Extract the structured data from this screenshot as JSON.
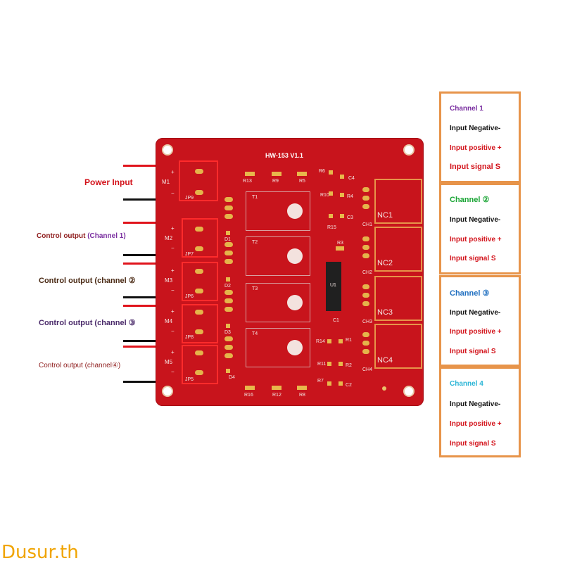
{
  "board": {
    "title": "HW-153 V1.1",
    "modules": [
      "M1",
      "M2",
      "M3",
      "M4",
      "M5"
    ],
    "jp_labels": [
      "JP9",
      "JP7",
      "JP6",
      "JP8",
      "JP5"
    ],
    "resistor_labels": [
      "R13",
      "R9",
      "R5",
      "R6",
      "R10",
      "R4",
      "R3",
      "R15",
      "R14",
      "R11",
      "R7",
      "R1",
      "R2",
      "R16",
      "R12",
      "R8"
    ],
    "cap_labels": [
      "C4",
      "C3",
      "C1",
      "C2"
    ],
    "diode_labels": [
      "D1",
      "D2",
      "D3",
      "D4"
    ],
    "transistor_labels": [
      "T1",
      "T2",
      "T3",
      "T4"
    ],
    "ic_label": "U1",
    "relay_labels": [
      "NC1",
      "NC2",
      "NC3",
      "NC4"
    ],
    "channel_labels": [
      "CH1",
      "CH2",
      "CH3",
      "CH4"
    ],
    "plus": "+",
    "minus": "−"
  },
  "left_labels": {
    "power": "Power Input",
    "ch1_prefix": "Control output ",
    "ch1_suffix": "(Channel 1)",
    "ch2": "Control output (channel ②",
    "ch3": "Control output (channel ③",
    "ch4": "Control output (channel④)"
  },
  "channels": [
    {
      "title": "Channel 1",
      "neg": "Input Negative-",
      "pos": "Input positive +",
      "sig": "Input signal S"
    },
    {
      "title": "Channel ②",
      "neg": "Input Negative-",
      "pos": "Input positive +",
      "sig": "Input signal S"
    },
    {
      "title": "Channel ③",
      "neg": "Input Negative-",
      "pos": "Input positive +",
      "sig": "Input signal S"
    },
    {
      "title": "Channel 4",
      "neg": "Input Negative-",
      "pos": "Input positive +",
      "sig": "Input signal S"
    }
  ],
  "watermark": "Dusur.th",
  "colors": {
    "board": "#c8141c",
    "frame": "#e7944a",
    "ch1": "#7a2fa0",
    "ch2": "#1aa535",
    "ch3": "#1f6fc0",
    "ch4": "#2ab5d6",
    "red_text": "#d3121a"
  }
}
